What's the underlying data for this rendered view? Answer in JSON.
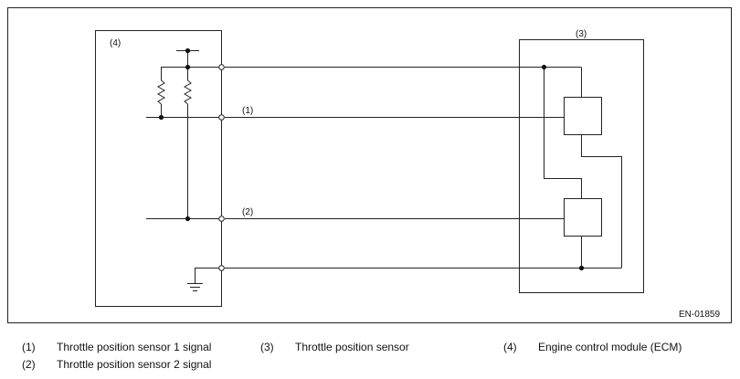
{
  "diagram": {
    "figure_id": "EN-01859",
    "callouts": {
      "signal_1": "(1)",
      "signal_2": "(2)",
      "sensor": "(3)",
      "ecm": "(4)"
    }
  },
  "legend": [
    {
      "num": "(1)",
      "text": "Throttle position sensor 1 signal"
    },
    {
      "num": "(3)",
      "text": "Throttle position sensor"
    },
    {
      "num": "(4)",
      "text": "Engine control module (ECM)"
    },
    {
      "num": "(2)",
      "text": "Throttle position sensor 2 signal"
    }
  ]
}
